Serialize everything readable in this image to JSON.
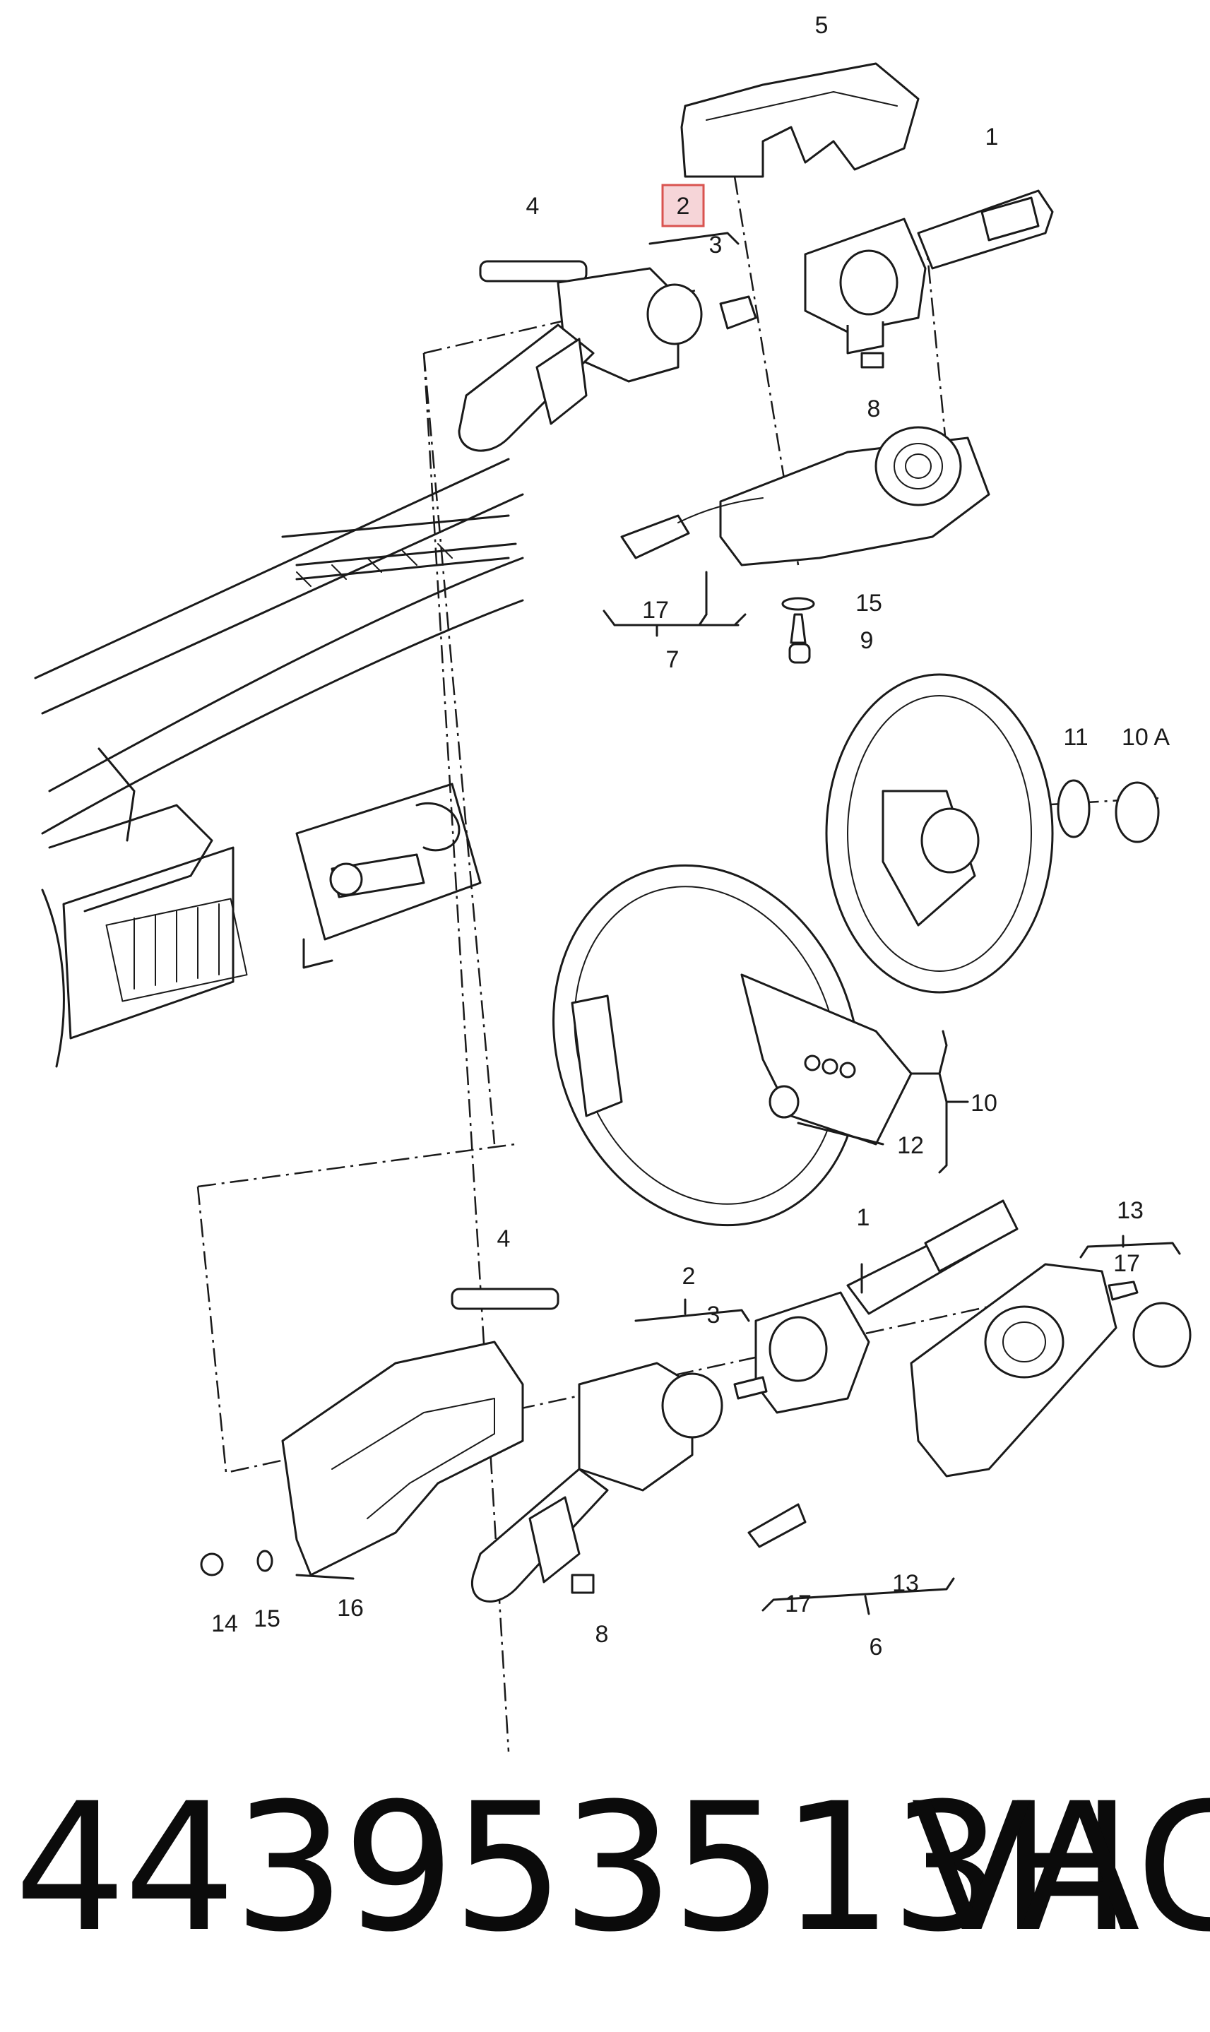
{
  "diagram": {
    "callouts": {
      "c1_top": "1",
      "c2_top": "2",
      "c3_top": "3",
      "c4_top": "4",
      "c5_top": "5",
      "c7": "7",
      "c8_top": "8",
      "c9": "9",
      "c10": "10",
      "c10a": "10 A",
      "c11": "11",
      "c12": "12",
      "c15_top": "15",
      "c17_top": "17",
      "c1_bottom": "1",
      "c2_bottom": "2",
      "c3_bottom": "3",
      "c4_bottom": "4",
      "c6": "6",
      "c8_bottom": "8",
      "c13_top": "13",
      "c13_mid": "13",
      "c14": "14",
      "c15_bottom": "15",
      "c16": "16",
      "c17_right": "17",
      "c17_bottom": "17"
    },
    "highlight": "2",
    "colors": {
      "line": "#1a1a1a",
      "highlight_fill": "#f6d5d8",
      "highlight_stroke": "#d9534f"
    }
  },
  "footer": {
    "part_number": "443953513H",
    "brand": "VAG"
  }
}
